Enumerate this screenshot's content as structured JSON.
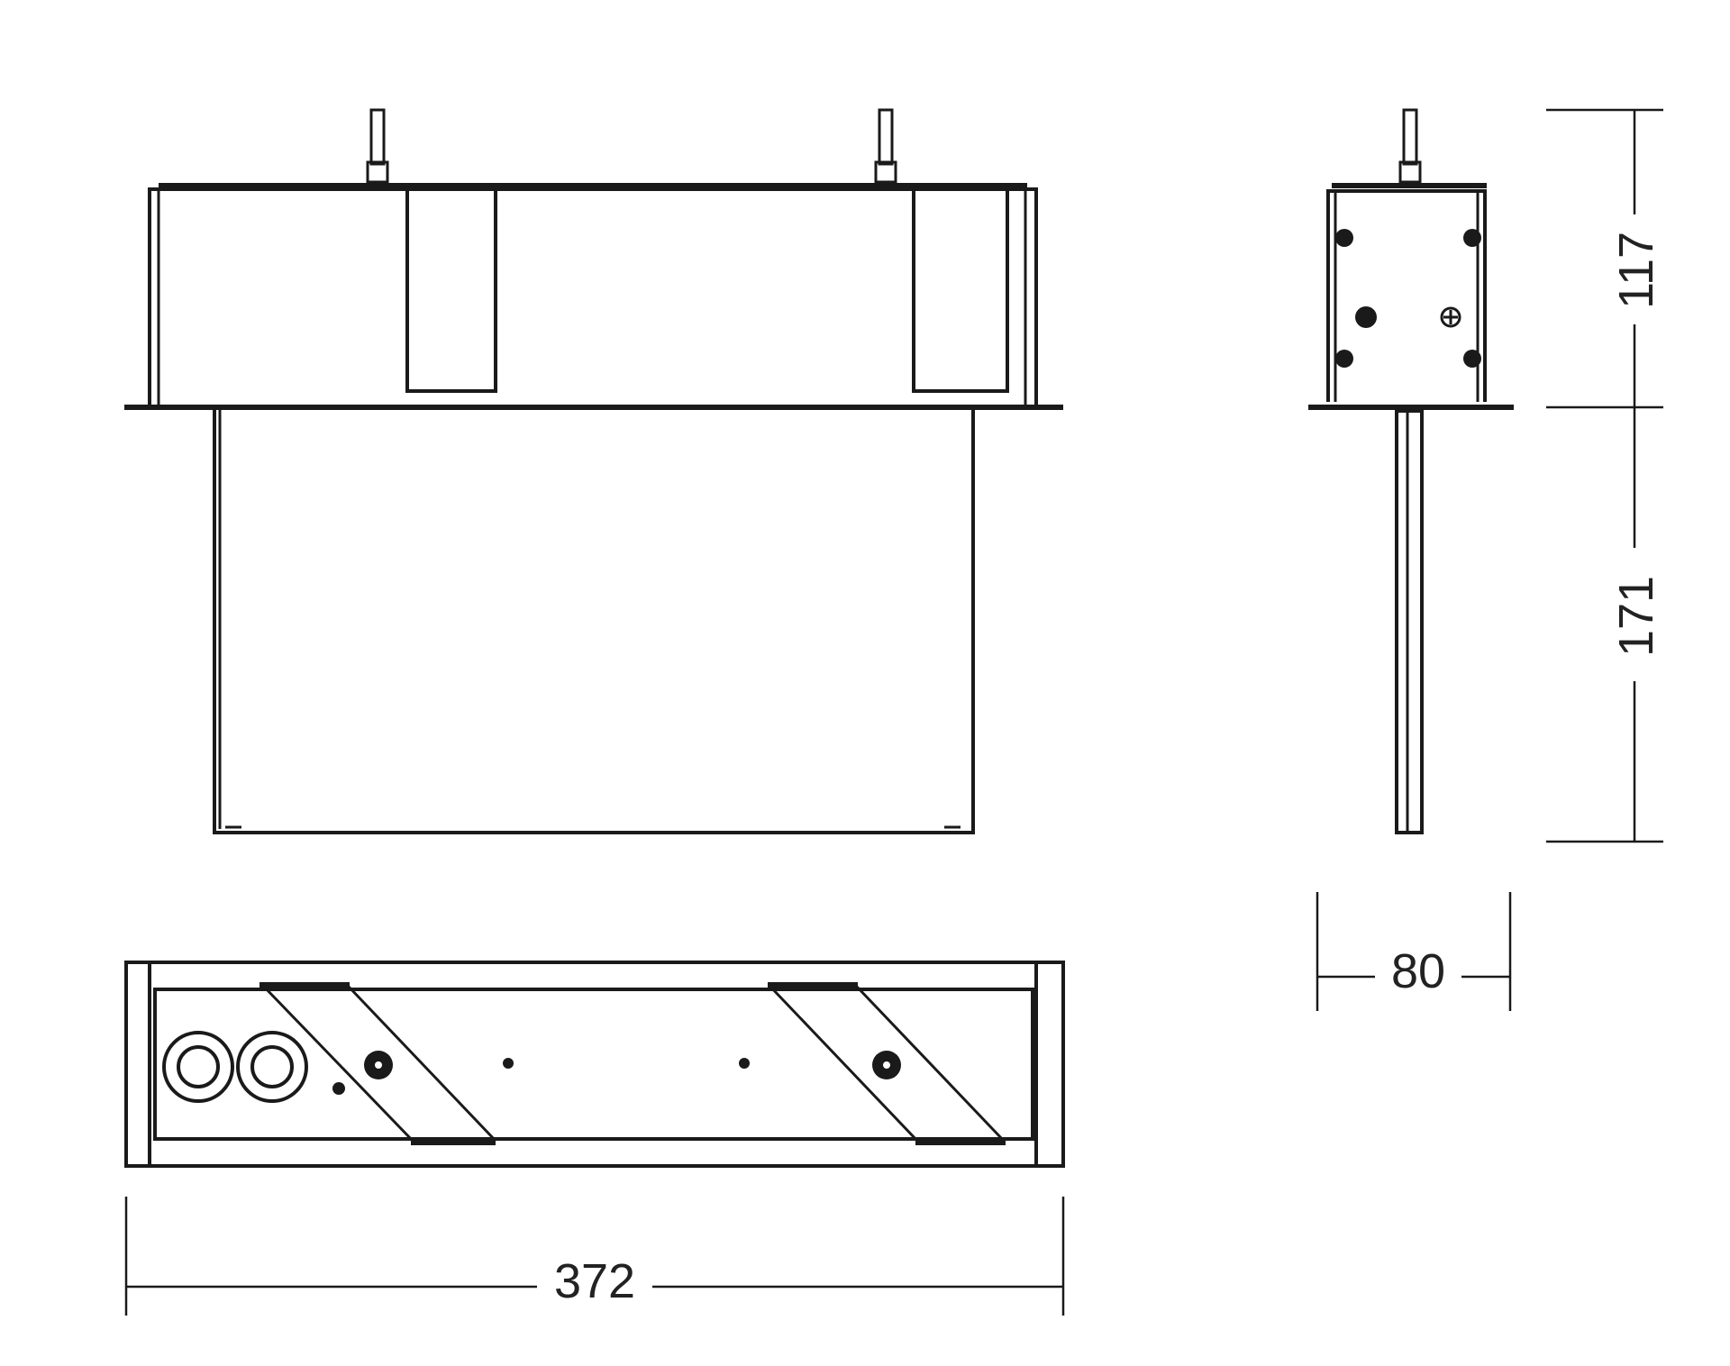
{
  "dimensions": {
    "width": "372",
    "depth": "80",
    "upper_height": "117",
    "lower_height": "171"
  },
  "colors": {
    "line": "#1a1a1a",
    "text": "#222222",
    "background": "#ffffff"
  }
}
